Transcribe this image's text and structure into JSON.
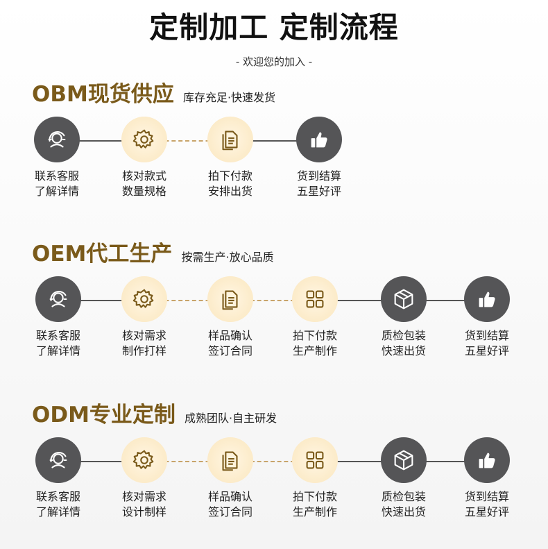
{
  "header": {
    "title": "定制加工 定制流程",
    "subtitle": "- 欢迎您的加入 -"
  },
  "colors": {
    "title_gold": "#7a5a1a",
    "dark_circle": "#555557",
    "light_circle": "#fcebc9",
    "dashed_line": "#c8a46a"
  },
  "sections": [
    {
      "title": "OBM现货供应",
      "tagline": "库存充足·快速发货",
      "steps": [
        {
          "icon": "customer-service-icon",
          "line1": "联系客服",
          "line2": "了解详情"
        },
        {
          "icon": "gear-icon",
          "line1": "核对款式",
          "line2": "数量规格"
        },
        {
          "icon": "document-icon",
          "line1": "拍下付款",
          "line2": "安排出货"
        },
        {
          "icon": "thumbs-up-icon",
          "line1": "货到结算",
          "line2": "五星好评"
        }
      ]
    },
    {
      "title": "OEM代工生产",
      "tagline": "按需生产·放心品质",
      "steps": [
        {
          "icon": "customer-service-icon",
          "line1": "联系客服",
          "line2": "了解详情"
        },
        {
          "icon": "gear-icon",
          "line1": "核对需求",
          "line2": "制作打样"
        },
        {
          "icon": "document-icon",
          "line1": "样品确认",
          "line2": "签订合同"
        },
        {
          "icon": "grid-icon",
          "line1": "拍下付款",
          "line2": "生产制作"
        },
        {
          "icon": "package-icon",
          "line1": "质检包装",
          "line2": "快速出货"
        },
        {
          "icon": "thumbs-up-icon",
          "line1": "货到结算",
          "line2": "五星好评"
        }
      ]
    },
    {
      "title": "ODM专业定制",
      "tagline": "成熟团队·自主研发",
      "steps": [
        {
          "icon": "customer-service-icon",
          "line1": "联系客服",
          "line2": "了解详情"
        },
        {
          "icon": "gear-icon",
          "line1": "核对需求",
          "line2": "设计制样"
        },
        {
          "icon": "document-icon",
          "line1": "样品确认",
          "line2": "签订合同"
        },
        {
          "icon": "grid-icon",
          "line1": "拍下付款",
          "line2": "生产制作"
        },
        {
          "icon": "package-icon",
          "line1": "质检包装",
          "line2": "快速出货"
        },
        {
          "icon": "thumbs-up-icon",
          "line1": "货到结算",
          "line2": "五星好评"
        }
      ]
    }
  ]
}
